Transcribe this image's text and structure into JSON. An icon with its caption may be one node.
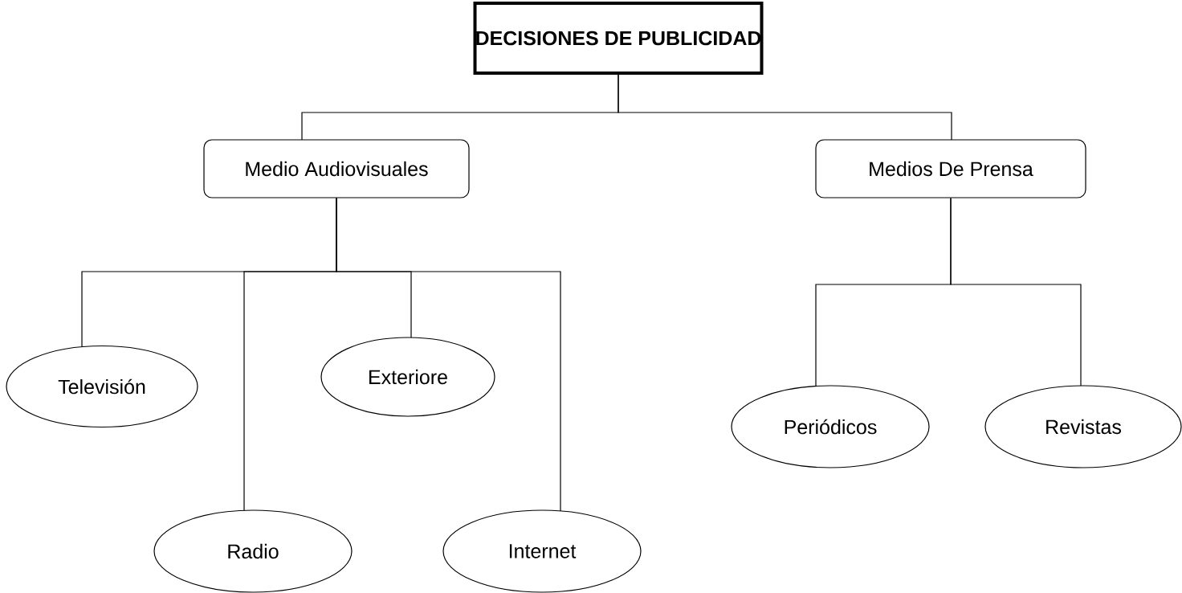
{
  "diagram": {
    "nodes": [
      {
        "text": [
          "DECISIONES DE PUBLICIDAD"
        ]
      },
      {
        "text": [
          "Medio Audiovisuales"
        ]
      },
      {
        "text": [
          "Medios De Prensa"
        ]
      },
      {
        "text": [
          "Televisión"
        ]
      },
      {
        "text": [
          "Radio"
        ]
      },
      {
        "text": [
          "Exteriore"
        ]
      },
      {
        "text": [
          "Internet"
        ]
      },
      {
        "text": [
          "Periódicos"
        ]
      },
      {
        "text": [
          "Revistas"
        ]
      }
    ],
    "edges": [
      {
        "from": 0,
        "to": 1,
        "arrow": "none"
      },
      {
        "from": 0,
        "to": 2,
        "arrow": "none"
      },
      {
        "from": 1,
        "to": 3,
        "arrow": "none"
      },
      {
        "from": 1,
        "to": 4,
        "arrow": "none"
      },
      {
        "from": 1,
        "to": 5,
        "arrow": "none"
      },
      {
        "from": 1,
        "to": 6,
        "arrow": "none"
      },
      {
        "from": 2,
        "to": 7,
        "arrow": "none"
      },
      {
        "from": 2,
        "to": 8,
        "arrow": "none"
      }
    ]
  }
}
